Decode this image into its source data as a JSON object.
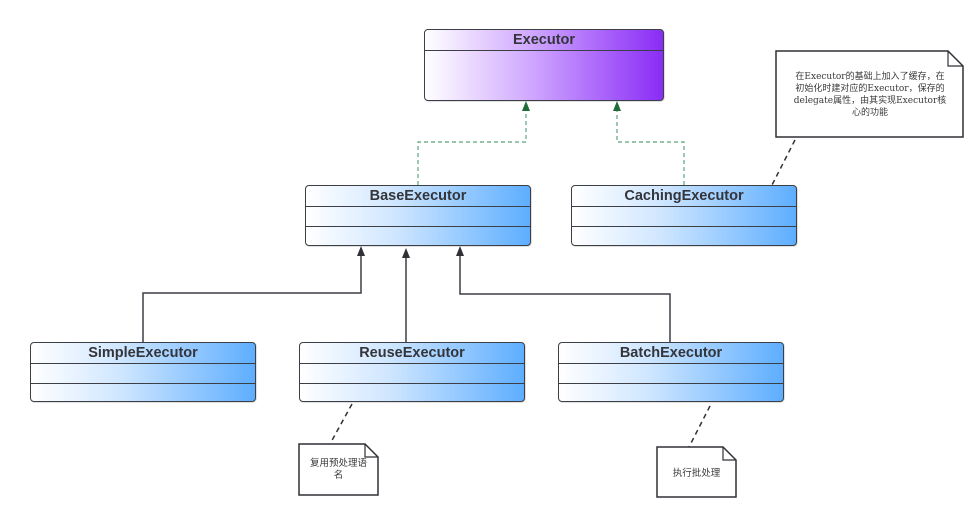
{
  "diagram": {
    "type": "uml-class-diagram",
    "classes": {
      "executor": {
        "name": "Executor",
        "style": "interface",
        "fill_color": "#8a2cf6"
      },
      "base_executor": {
        "name": "BaseExecutor",
        "fill_color": "#5eaeff"
      },
      "caching_executor": {
        "name": "CachingExecutor",
        "fill_color": "#5eaeff"
      },
      "simple_executor": {
        "name": "SimpleExecutor",
        "fill_color": "#5eaeff"
      },
      "reuse_executor": {
        "name": "ReuseExecutor",
        "fill_color": "#5eaeff"
      },
      "batch_executor": {
        "name": "BatchExecutor",
        "fill_color": "#5eaeff"
      }
    },
    "notes": {
      "caching_note": {
        "lines": [
          "在Executor的基础上加入了缓存，在",
          "初始化时建对应的Executor，保存的",
          "delegate属性，由其实现Executor核",
          "心的功能"
        ],
        "attached_to": "CachingExecutor"
      },
      "reuse_note": {
        "lines": [
          "复用预处理语",
          "名"
        ],
        "attached_to": "ReuseExecutor"
      },
      "batch_note": {
        "lines": [
          "执行批处理"
        ],
        "attached_to": "BatchExecutor"
      }
    },
    "relationships": [
      {
        "from": "BaseExecutor",
        "to": "Executor",
        "kind": "realization",
        "line_style": "dashed",
        "color": "#2e8b57"
      },
      {
        "from": "CachingExecutor",
        "to": "Executor",
        "kind": "realization",
        "line_style": "dashed",
        "color": "#2e8b57"
      },
      {
        "from": "SimpleExecutor",
        "to": "BaseExecutor",
        "kind": "generalization",
        "line_style": "solid",
        "color": "#3c3f45"
      },
      {
        "from": "ReuseExecutor",
        "to": "BaseExecutor",
        "kind": "generalization",
        "line_style": "solid",
        "color": "#3c3f45"
      },
      {
        "from": "BatchExecutor",
        "to": "BaseExecutor",
        "kind": "generalization",
        "line_style": "solid",
        "color": "#3c3f45"
      }
    ]
  }
}
